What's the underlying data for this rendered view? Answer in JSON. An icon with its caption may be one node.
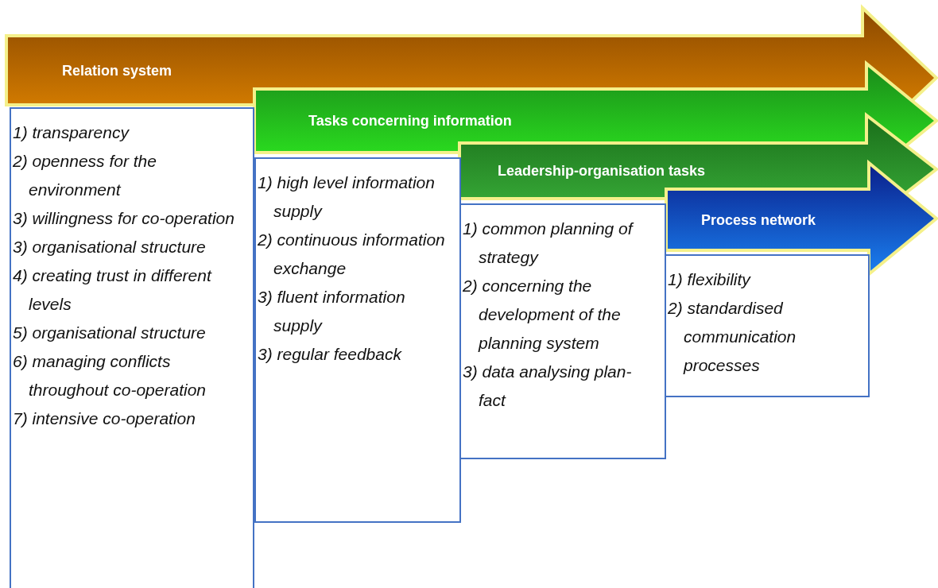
{
  "diagram": {
    "nodes": [
      {
        "text": [
          "Relation system"
        ]
      },
      {
        "text": [
          "Tasks concerning information"
        ]
      },
      {
        "text": [
          "Leadership-organisation tasks"
        ]
      },
      {
        "text": [
          "Process network"
        ]
      },
      {
        "text": [
          "1) transparency",
          "2) openness for the environment",
          "3) willingness for co-operation",
          "3) organisational structure",
          "4) creating trust in different levels",
          "5) organisational structure",
          "6) managing conflicts throughout co-operation",
          "7) intensive co-operation"
        ]
      },
      {
        "text": [
          "1) high level information supply",
          "2) continuous information exchange",
          "3) fluent information supply",
          "3) regular feedback"
        ]
      },
      {
        "text": [
          "1) common planning of strategy",
          "2) concerning the development of the planning system",
          "3) data analysing plan-fact"
        ]
      },
      {
        "text": [
          "1) flexibility",
          "2) standardised communication processes"
        ]
      }
    ],
    "edges": []
  }
}
